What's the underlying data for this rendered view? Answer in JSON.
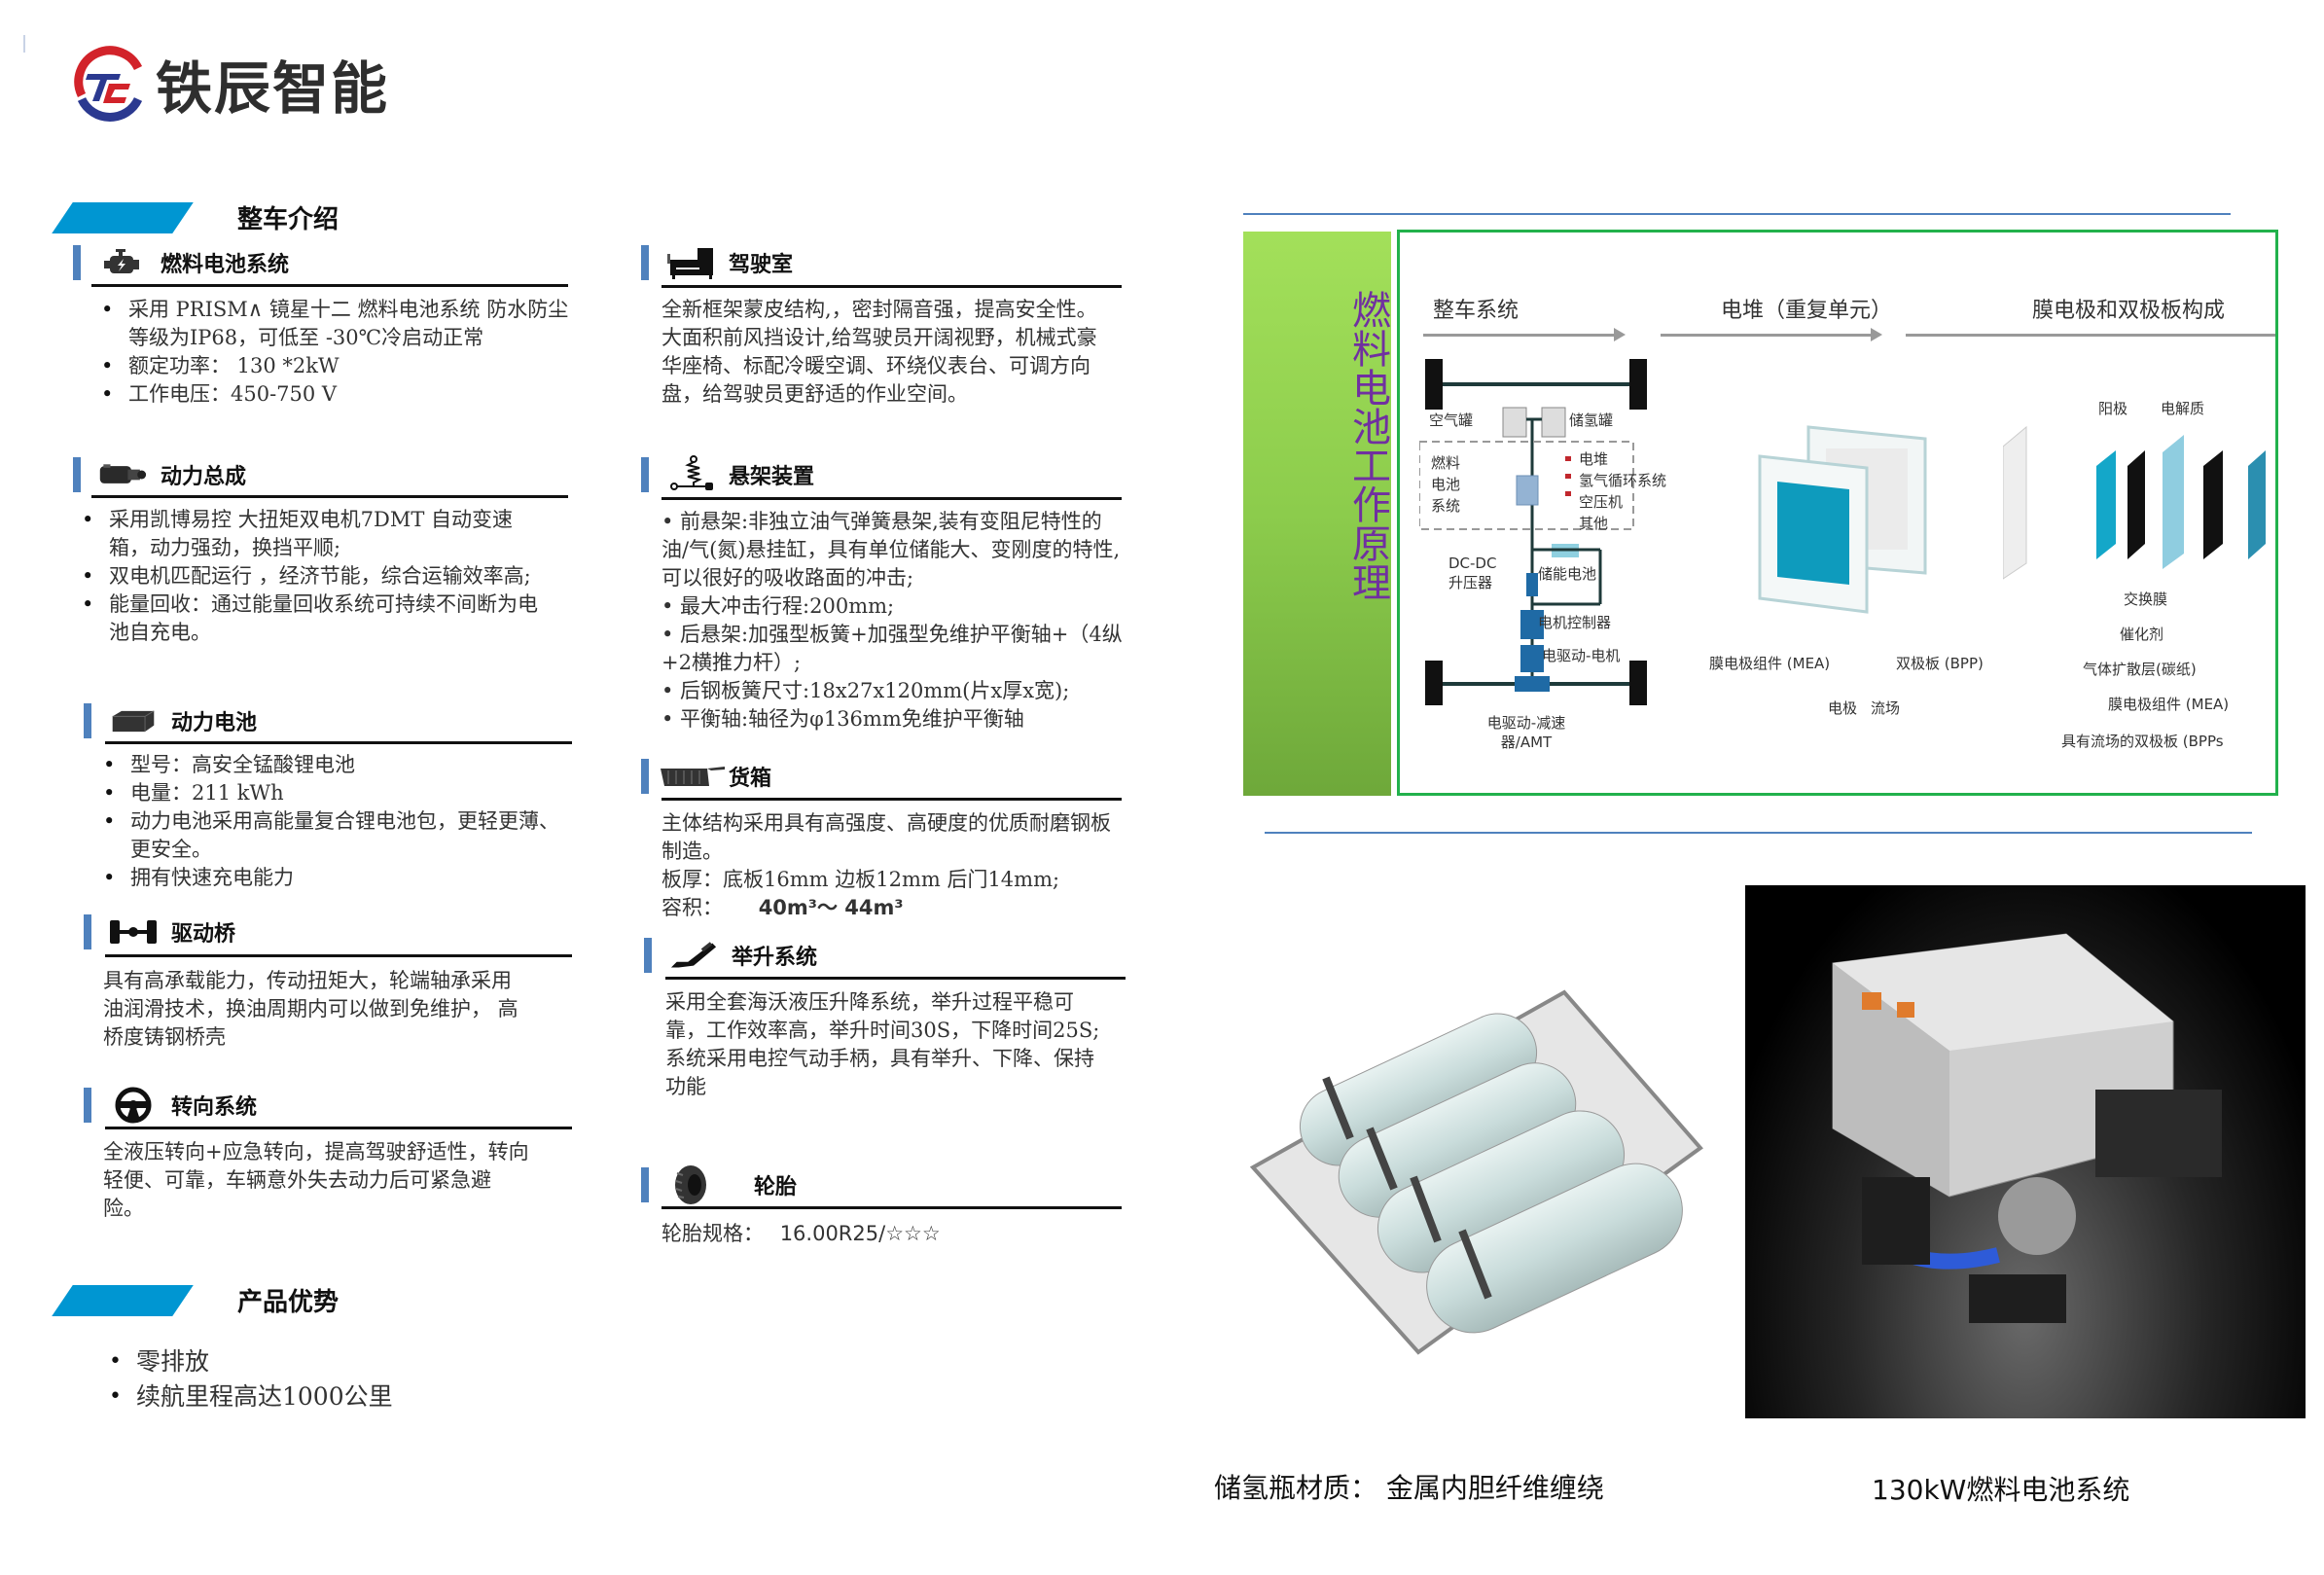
{
  "brand": {
    "name": "铁辰智能",
    "colors": {
      "red": "#d2232a",
      "blue": "#2b3990"
    }
  },
  "sections": {
    "intro": {
      "title": "整车介绍"
    },
    "advantages": {
      "title": "产品优势",
      "items": [
        "零排放",
        "续航里程高达1000公里"
      ]
    }
  },
  "left_column": {
    "fuel_cell": {
      "title": "燃料电池系统",
      "icon": "engine-icon",
      "bullets": [
        "采用 PRISM∧ 镜星十二 燃料电池系统  防水防尘等级为IP68，可低至 -30℃冷启动正常",
        "额定功率： 130 *2kW",
        "工作电压：450-750 V"
      ]
    },
    "powertrain": {
      "title": "动力总成",
      "icon": "gearbox-icon",
      "bullets": [
        "采用凯博易控 大扭矩双电机7DMT 自动变速箱，动力强劲，换挡平顺;",
        "双电机匹配运行 ，经济节能，综合运输效率高;",
        "能量回收：通过能量回收系统可持续不间断为电池自充电。"
      ]
    },
    "battery": {
      "title": "动力电池",
      "icon": "battery-pack-icon",
      "bullets": [
        "型号：高安全锰酸锂电池",
        "电量：211 kWh",
        "动力电池采用高能量复合锂电池包，更轻更薄、更安全。",
        "拥有快速充电能力"
      ]
    },
    "drive_axle": {
      "title": "驱动桥",
      "icon": "axle-icon",
      "text": "具有高承载能力，传动扭矩大，轮端轴承采用油润滑技术，换油周期内可以做到免维护， 高桥度铸钢桥壳"
    },
    "steering": {
      "title": "转向系统",
      "icon": "steering-wheel-icon",
      "text": "全液压转向+应急转向，提高驾驶舒适性，转向轻便、可靠，车辆意外失去动力后可紧急避险。"
    }
  },
  "middle_column": {
    "cab": {
      "title": "驾驶室",
      "icon": "truck-cab-icon",
      "text": "全新框架蒙皮结构,，密封隔音强，提高安全性。大面积前风挡设计,给驾驶员开阔视野，机械式豪华座椅、标配冷暖空调、环绕仪表台、可调方向盘，给驾驶员更舒适的作业空间。"
    },
    "suspension": {
      "title": "悬架装置",
      "icon": "spring-icon",
      "lines": [
        "• 前悬架:非独立油气弹簧悬架,装有变阻尼特性的油/气(氮)悬挂缸，具有单位储能大、变刚度的特性,可以很好的吸收路面的冲击;",
        "• 最大冲击行程:200mm;",
        "• 后悬架:加强型板簧+加强型免维护平衡轴+（4纵+2横推力杆）;",
        "• 后钢板簧尺寸:18x27x120mm(片x厚x宽);",
        "• 平衡轴:轴径为φ136mm免维护平衡轴"
      ]
    },
    "cargo_box": {
      "title": "货箱",
      "icon": "dump-body-icon",
      "text": "主体结构采用具有高强度、高硬度的优质耐磨钢板制造。",
      "thickness": "板厚：底板16mm 边板12mm 后门14mm;",
      "volume_label": "容积：",
      "volume_value": "40m³～ 44m³"
    },
    "lift": {
      "title": "举升系统",
      "icon": "hydraulic-cylinder-icon",
      "text1": "采用全套海沃液压升降系统，举升过程平稳可靠，工作效率高，举升时间30S，下降时间25S;",
      "text2": "系统采用电控气动手柄，具有举升、下降、保持功能"
    },
    "tire": {
      "title": "轮胎",
      "icon": "tire-icon",
      "spec_label": "轮胎规格：",
      "spec_value": "16.00R25/☆☆☆"
    }
  },
  "diagram": {
    "side_title": "燃料电池工作原理",
    "headers": [
      "整车系统",
      "电堆（重复单元）",
      "膜电极和双极板构成"
    ],
    "vehicle_labels": {
      "air_tank": "空气罐",
      "h2_tank": "储氢罐",
      "fc_system": "燃料电池系统",
      "fc_parts": [
        "电堆",
        "氢气循环系统",
        "空压机",
        "其他"
      ],
      "dcdc": "DC-DC升压器",
      "storage_battery": "储能电池",
      "motor_controller": "电机控制器",
      "motor": "电驱动-电机",
      "reducer": "电驱动-减速器/AMT"
    },
    "stack_labels": {
      "mea": "膜电极组件 (MEA)",
      "bpp": "双极板 (BPP)",
      "electrode": "电极",
      "flow_field": "流场"
    },
    "mea_labels": {
      "anode": "阳极",
      "electrolyte": "电解质",
      "exchange_membrane": "交换膜",
      "catalyst": "催化剂",
      "gdl": "气体扩散层(碳纸)",
      "mea": "膜电极组件 (MEA)",
      "bpps": "具有流场的双极板 (BPPs"
    }
  },
  "captions": {
    "tank": "储氢瓶材质：    金属内胆纤维缠绕",
    "fc_system": "130kW燃料电池系统"
  }
}
